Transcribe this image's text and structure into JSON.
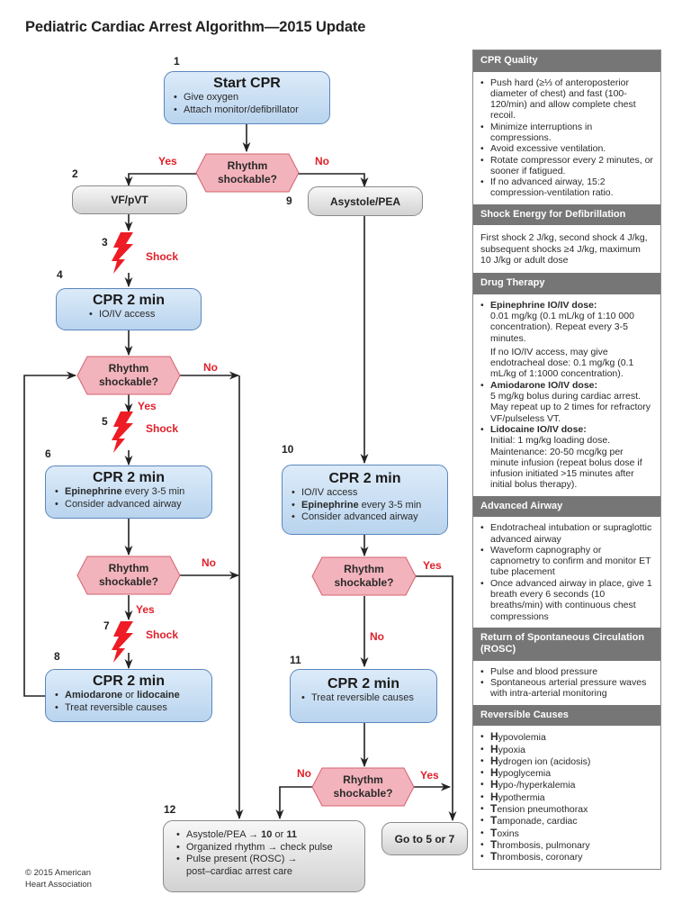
{
  "title": "Pediatric Cardiac Arrest Algorithm—2015 Update",
  "copyright": [
    "© 2015 American",
    "Heart Association"
  ],
  "colors": {
    "shock_red": "#e0202a",
    "blue_box": "#c9dff3",
    "decision_pink": "#f4b6bf",
    "sidebar_header": "#767676"
  },
  "flow": {
    "step_numbers": [
      "1",
      "2",
      "3",
      "4",
      "5",
      "6",
      "7",
      "8",
      "9",
      "10",
      "11",
      "12"
    ],
    "start": {
      "title": "Start CPR",
      "items": [
        "Give oxygen",
        "Attach monitor/defibrillator"
      ]
    },
    "decision_label": [
      "Rhythm",
      "shockable?"
    ],
    "yes": "Yes",
    "no": "No",
    "shock": "Shock",
    "vf": "VF/pVT",
    "asystole": "Asystole/PEA",
    "cpr4": {
      "title": "CPR 2 min",
      "items": [
        "IO/IV access"
      ]
    },
    "cpr6": {
      "title": "CPR 2 min",
      "items": [
        {
          "bold": "Epinephrine",
          "rest": " every 3-5 min"
        },
        {
          "bold": "",
          "rest": "Consider advanced airway"
        }
      ]
    },
    "cpr8": {
      "title": "CPR 2 min",
      "items": [
        {
          "bold": "Amiodarone",
          "mid": " or ",
          "bold2": "lidocaine"
        },
        {
          "rest": "Treat reversible causes"
        }
      ]
    },
    "cpr10": {
      "title": "CPR 2 min",
      "items": [
        {
          "bold": "",
          "rest": "IO/IV access"
        },
        {
          "bold": "Epinephrine",
          "rest": " every 3-5 min"
        },
        {
          "bold": "",
          "rest": "Consider advanced airway"
        }
      ]
    },
    "cpr11": {
      "title": "CPR 2 min",
      "items": [
        "Treat reversible causes"
      ]
    },
    "box12": {
      "items": [
        {
          "a": "Asystole/PEA → ",
          "b1": "10",
          "c": " or ",
          "b2": "11"
        },
        {
          "a": "Organized rhythm → check pulse"
        },
        {
          "a": "Pulse present (ROSC) →",
          "line2": "post–cardiac arrest care"
        }
      ]
    },
    "goto": "Go to 5 or 7"
  },
  "sidebar": {
    "cpr_quality": {
      "header": "CPR Quality",
      "items": [
        "Push hard (≥⅓ of anteroposterior diameter of chest) and fast (100-120/min) and allow complete chest recoil.",
        "Minimize interruptions in compressions.",
        "Avoid excessive ventilation.",
        "Rotate compressor every 2 minutes, or sooner if fatigued.",
        "If no advanced airway, 15:2 compression-ventilation ratio."
      ]
    },
    "shock_energy": {
      "header": "Shock Energy for Defibrillation",
      "text": "First shock 2 J/kg, second shock 4 J/kg, subsequent shocks ≥4 J/kg, maximum 10 J/kg or adult dose"
    },
    "drug_therapy": {
      "header": "Drug Therapy",
      "items": [
        {
          "title": "Epinephrine IO/IV dose:",
          "text": "0.01 mg/kg (0.1 mL/kg of 1:10 000 concentration). Repeat every 3-5 minutes.",
          "sub": "If no IO/IV access, may give endotracheal dose: 0.1 mg/kg (0.1 mL/kg of 1:1000 concentration)."
        },
        {
          "title": "Amiodarone IO/IV dose:",
          "text": "5 mg/kg bolus during cardiac arrest. May repeat up to 2 times for refractory VF/pulseless VT."
        },
        {
          "title": "Lidocaine IO/IV dose:",
          "text": "Initial: 1 mg/kg loading dose. Maintenance: 20-50 mcg/kg per minute infusion (repeat bolus dose if infusion initiated >15 minutes after initial bolus therapy)."
        }
      ]
    },
    "advanced_airway": {
      "header": "Advanced Airway",
      "items": [
        "Endotracheal intubation or supraglottic advanced airway",
        "Waveform capnography or capnometry to confirm and monitor ET tube placement",
        "Once advanced airway in place, give 1 breath every 6 seconds (10 breaths/min) with continuous chest compressions"
      ]
    },
    "rosc": {
      "header": "Return of Spontaneous Circulation (ROSC)",
      "items": [
        "Pulse and blood pressure",
        "Spontaneous arterial pressure waves with intra-arterial monitoring"
      ]
    },
    "reversible_causes": {
      "header": "Reversible Causes",
      "items": [
        {
          "letter": "H",
          "rest": "ypovolemia"
        },
        {
          "letter": "H",
          "rest": "ypoxia"
        },
        {
          "letter": "H",
          "rest": "ydrogen ion (acidosis)"
        },
        {
          "letter": "H",
          "rest": "ypoglycemia"
        },
        {
          "letter": "H",
          "rest": "ypo-/hyperkalemia"
        },
        {
          "letter": "H",
          "rest": "ypothermia"
        },
        {
          "letter": "T",
          "rest": "ension pneumothorax"
        },
        {
          "letter": "T",
          "rest": "amponade, cardiac"
        },
        {
          "letter": "T",
          "rest": "oxins"
        },
        {
          "letter": "T",
          "rest": "hrombosis, pulmonary"
        },
        {
          "letter": "T",
          "rest": "hrombosis, coronary"
        }
      ]
    }
  }
}
